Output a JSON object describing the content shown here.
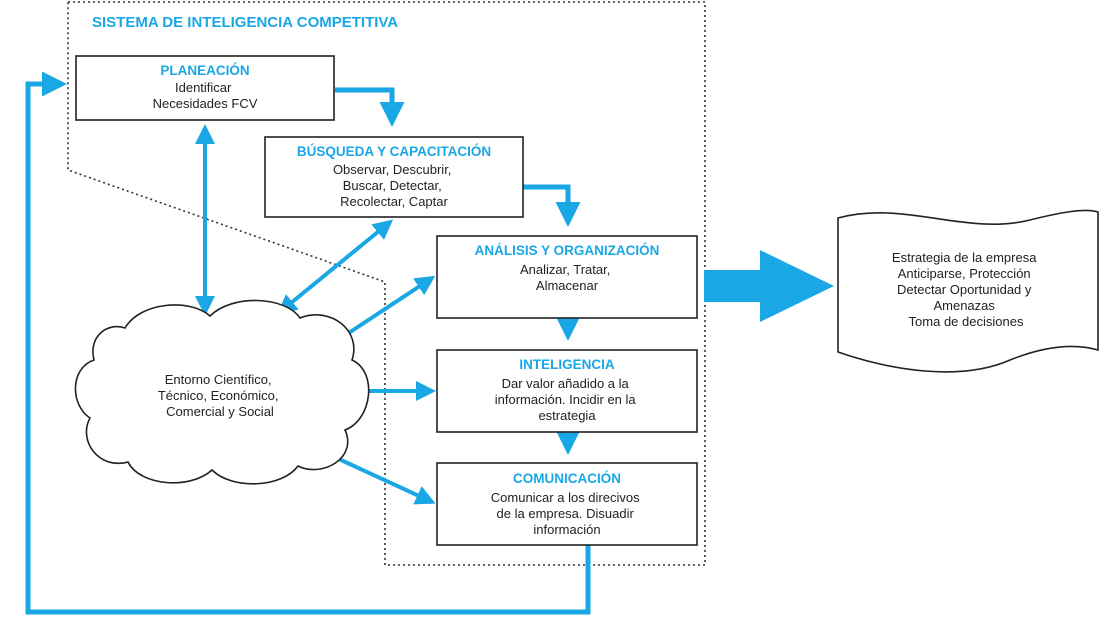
{
  "system_title": "SISTEMA DE INTELIGENCIA COMPETITIVA",
  "colors": {
    "accent": "#1aa7e6",
    "stroke": "#222222"
  },
  "stages": [
    {
      "id": "planeacion",
      "title": "PLANEACIÓN",
      "lines": [
        "Identificar",
        "Necesidades FCV"
      ]
    },
    {
      "id": "busqueda",
      "title": "BÚSQUEDA Y CAPACITACIÓN",
      "lines": [
        "Observar, Descubrir,",
        "Buscar, Detectar,",
        "Recolectar, Captar"
      ]
    },
    {
      "id": "analisis",
      "title": "ANÁLISIS Y ORGANIZACIÓN",
      "lines": [
        "Analizar, Tratar,",
        "Almacenar"
      ]
    },
    {
      "id": "inteligencia",
      "title": "INTELIGENCIA",
      "lines": [
        "Dar valor añadido a la",
        "información. Incidir en la",
        "estrategia"
      ]
    },
    {
      "id": "comunicacion",
      "title": "COMUNICACIÓN",
      "lines": [
        "Comunicar a los direcivos",
        "de la empresa. Disuadir",
        "información"
      ]
    }
  ],
  "environment": {
    "lines": [
      "Entorno Científico,",
      "Técnico, Económico,",
      "Comercial y Social"
    ]
  },
  "output": {
    "lines": [
      "Estrategia de la empresa",
      "Anticiparse, Protección",
      "Detectar Oportunidad y",
      "Amenazas",
      "Toma de decisiones"
    ]
  }
}
